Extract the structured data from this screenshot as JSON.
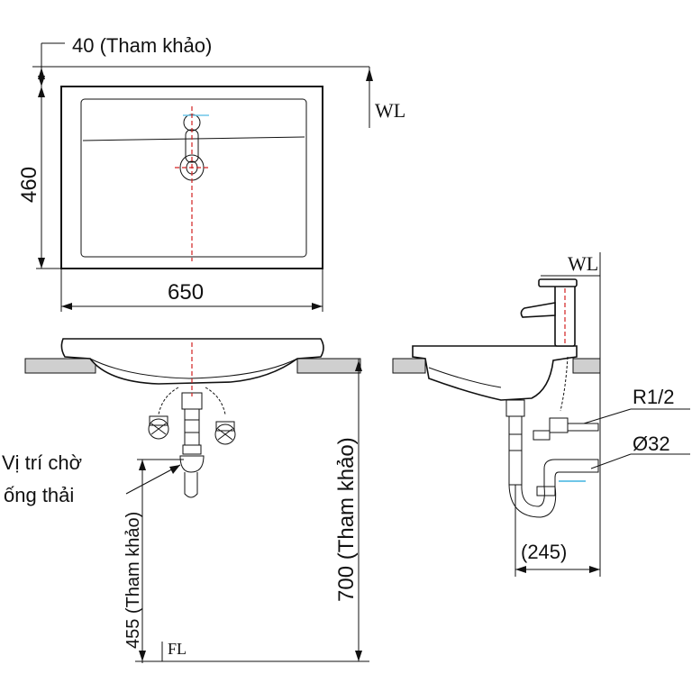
{
  "top_view": {
    "offset_label": "40 (Tham khảo)",
    "depth_label": "460",
    "width_label": "650",
    "water_level_label": "WL"
  },
  "front_view": {
    "drain_note_line1": "Vị trí chờ",
    "drain_note_line2": "ống thải",
    "drain_height_label": "455 (Tham khảo)",
    "counter_height_label": "700 (Tham khảo)",
    "floor_level_label": "FL"
  },
  "side_view": {
    "water_level_label": "WL",
    "supply_label": "R1/2",
    "drain_pipe_label": "Ø32",
    "wall_distance_label": "(245)"
  },
  "colors": {
    "line": "#111111",
    "center_line": "#d32020",
    "accent": "#6fc6e8"
  }
}
